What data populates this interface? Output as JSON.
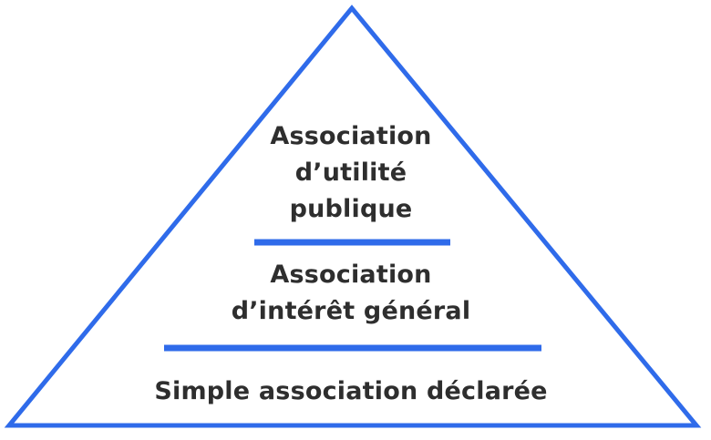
{
  "diagram": {
    "accent_color": "#2f6bea",
    "text_color": "#2e2e2e",
    "tiers": [
      {
        "lines": [
          "Association",
          "d’utilité",
          "publique"
        ]
      },
      {
        "lines": [
          "Association",
          "d’intérêt général"
        ]
      },
      {
        "lines": [
          "Simple association déclarée"
        ]
      }
    ]
  }
}
